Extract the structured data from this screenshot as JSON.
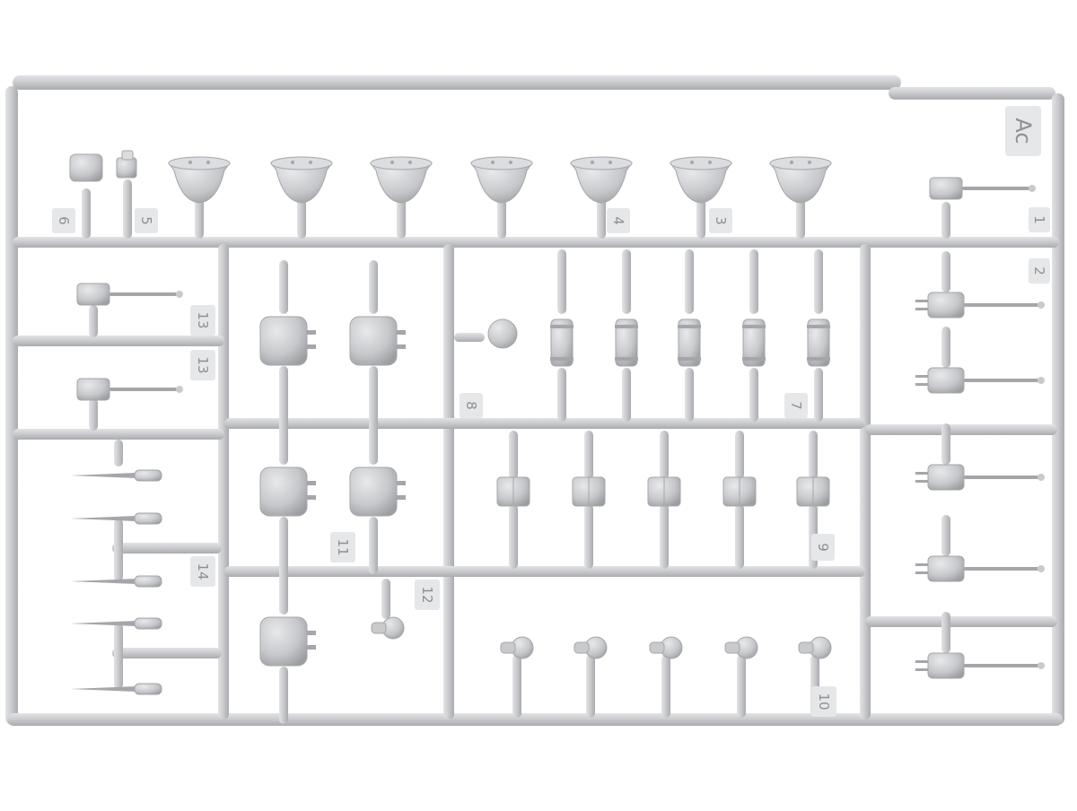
{
  "colors": {
    "plastic": "#c9cacc",
    "plastic_light": "#dcdde0",
    "plastic_dark": "#a4a6aa",
    "tag": "#e6e7e9",
    "tag_text": "#8e9094",
    "background": "#ffffff"
  },
  "sprue": {
    "letter": "Ac",
    "part_numbers": [
      {
        "id": "n1",
        "label": "1"
      },
      {
        "id": "n2",
        "label": "2"
      },
      {
        "id": "n3",
        "label": "3"
      },
      {
        "id": "n4",
        "label": "4"
      },
      {
        "id": "n5",
        "label": "5"
      },
      {
        "id": "n6",
        "label": "6"
      },
      {
        "id": "n7",
        "label": "7"
      },
      {
        "id": "n8",
        "label": "8"
      },
      {
        "id": "n9",
        "label": "9"
      },
      {
        "id": "n10",
        "label": "10"
      },
      {
        "id": "n11",
        "label": "11"
      },
      {
        "id": "n12",
        "label": "12"
      },
      {
        "id": "n13a",
        "label": "13"
      },
      {
        "id": "n13b",
        "label": "13"
      },
      {
        "id": "n14",
        "label": "14"
      }
    ]
  }
}
